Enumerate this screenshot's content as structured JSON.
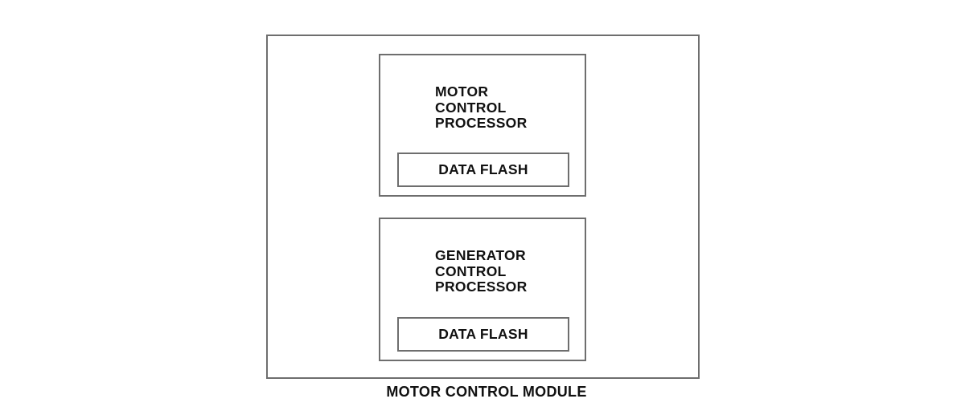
{
  "module": {
    "caption": "MOTOR CONTROL MODULE"
  },
  "processors": [
    {
      "label_lines": [
        "MOTOR",
        "CONTROL",
        "PROCESSOR"
      ],
      "flash_label": "DATA FLASH"
    },
    {
      "label_lines": [
        "GENERATOR",
        "CONTROL",
        "PROCESSOR"
      ],
      "flash_label": "DATA FLASH"
    }
  ],
  "colors": {
    "border": "#6e6e6e",
    "text": "#111111",
    "background": "#ffffff"
  }
}
